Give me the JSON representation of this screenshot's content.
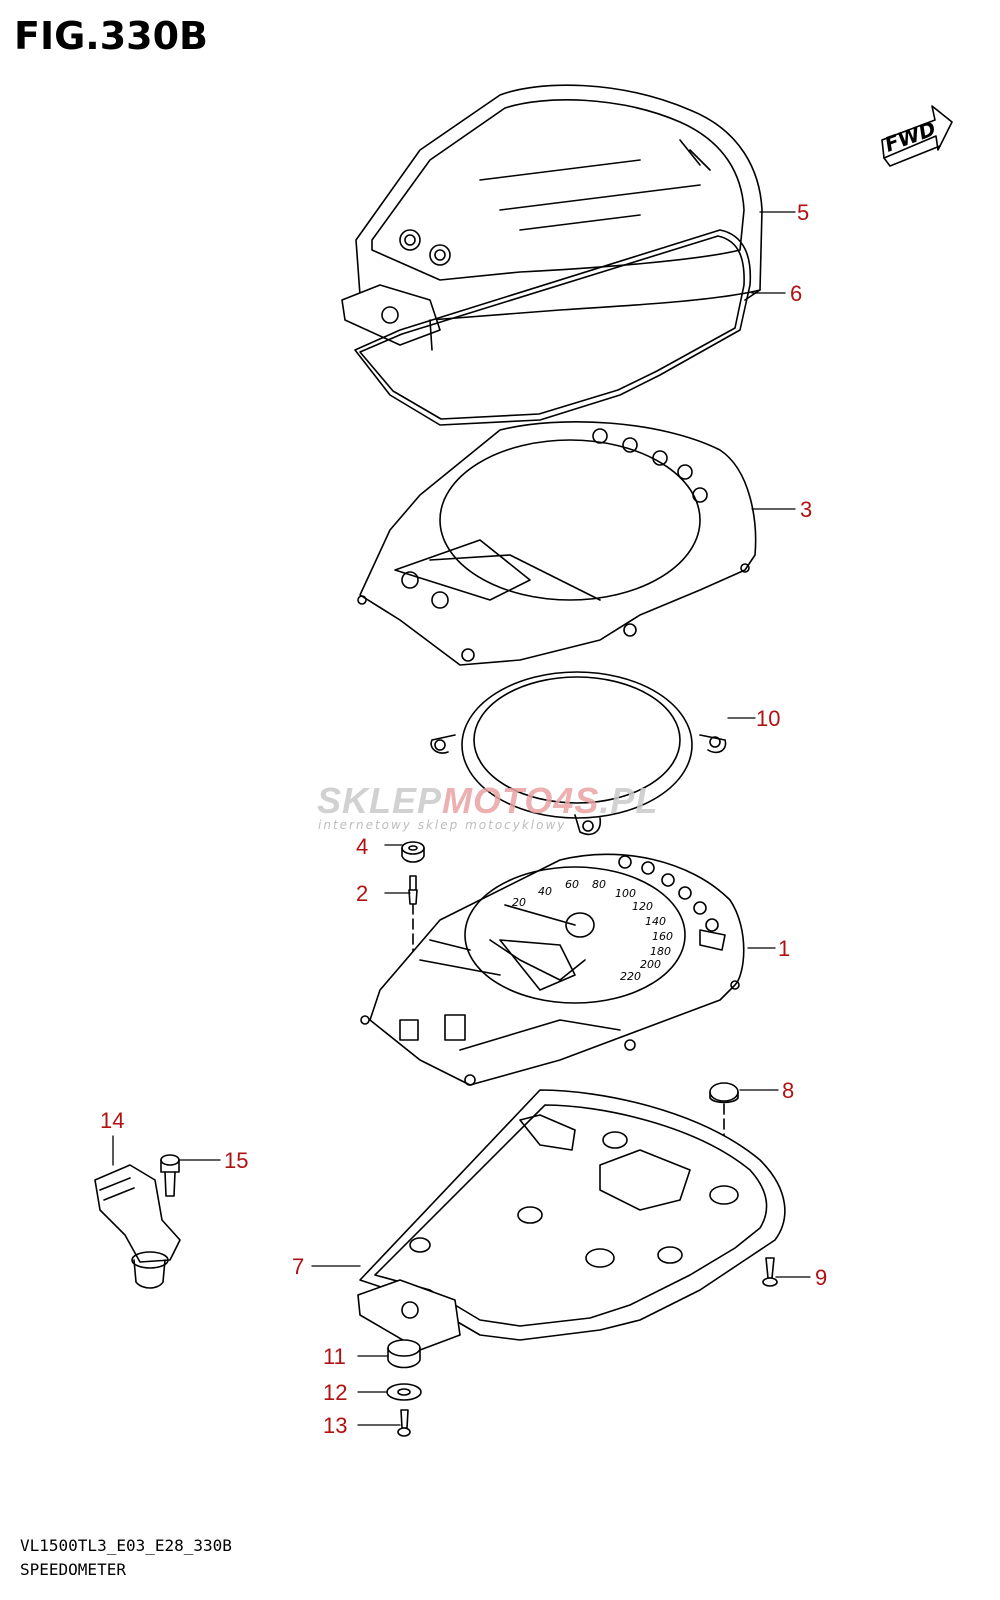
{
  "figure": {
    "title": "FIG.330B",
    "code": "VL1500TL3_E03_E28_330B",
    "name": "SPEEDOMETER"
  },
  "fwd_badge": "FWD",
  "watermark": {
    "main_a": "SKLEP",
    "main_b": "MOTO",
    "main_c": "4S",
    "main_d": ".PL",
    "sub": "internetowy sklep motocyklowy"
  },
  "dial_numbers": [
    "20",
    "40",
    "60",
    "80",
    "100",
    "120",
    "140",
    "160",
    "180",
    "200",
    "220"
  ],
  "callouts": {
    "c1": "1",
    "c2": "2",
    "c3": "3",
    "c4": "4",
    "c5": "5",
    "c6": "6",
    "c7": "7",
    "c8": "8",
    "c9": "9",
    "c10": "10",
    "c11": "11",
    "c12": "12",
    "c13": "13",
    "c14": "14",
    "c15": "15"
  },
  "colors": {
    "callout": "#b01212",
    "line": "#000000"
  }
}
